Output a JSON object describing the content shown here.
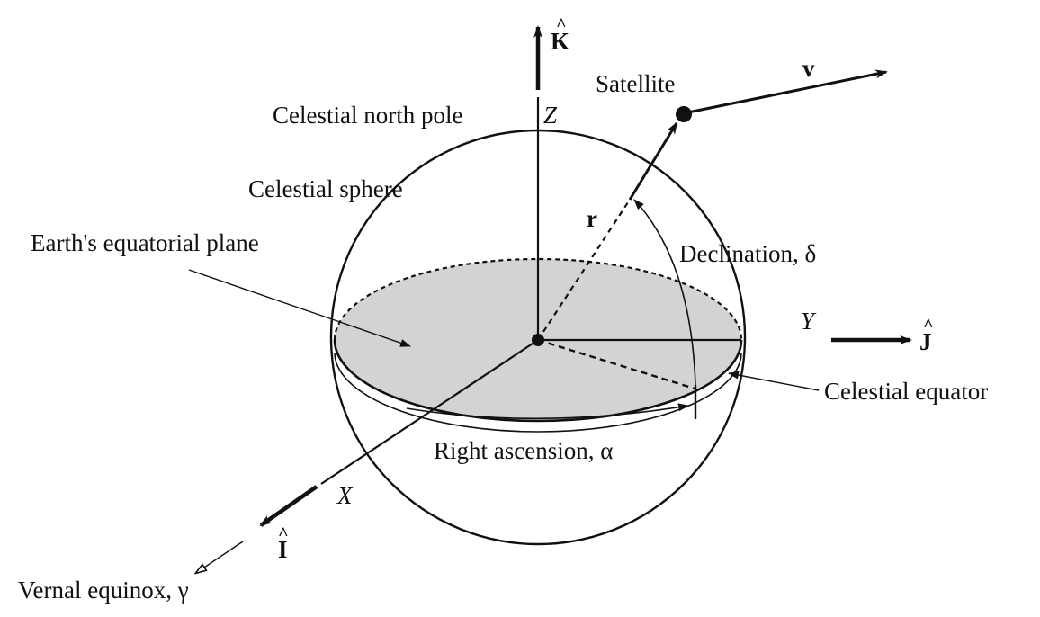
{
  "labels": {
    "k_hat": "K",
    "z_axis": "Z",
    "satellite": "Satellite",
    "velocity": "v",
    "north_pole": "Celestial north pole",
    "celestial_sphere": "Celestial sphere",
    "equatorial_plane": "Earth's equatorial plane",
    "position_vector": "r",
    "declination": "Declination, δ",
    "y_axis": "Y",
    "j_hat": "J",
    "celestial_equator": "Celestial equator",
    "right_ascension": "Right ascension, α",
    "x_axis": "X",
    "i_hat": "I",
    "vernal_equinox": "Vernal equinox, γ"
  },
  "glyphs": {
    "hat": "^"
  },
  "colors": {
    "ink": "#111111",
    "plane_fill": "#d2d3d5",
    "background": "#ffffff"
  }
}
